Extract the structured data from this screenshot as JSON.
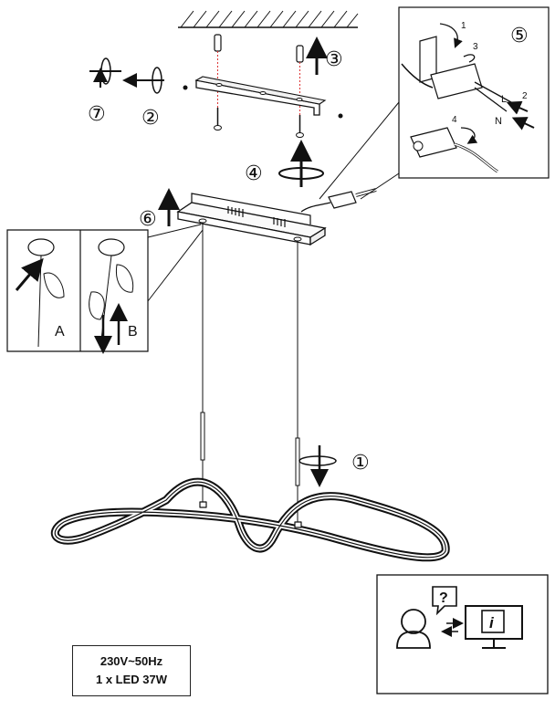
{
  "steps": {
    "s1": "①",
    "s2": "②",
    "s3": "③",
    "s4": "④",
    "s5": "⑤",
    "s6": "⑥",
    "s7": "⑦"
  },
  "inset_left": {
    "a": "A",
    "b": "B"
  },
  "inset_wiring": {
    "n1": "1",
    "n2": "2",
    "n3": "3",
    "n4": "4",
    "l": "L",
    "n": "N"
  },
  "spec": {
    "voltage": "230V~50Hz",
    "led": "1 x LED 37W"
  },
  "help": {
    "question": "?",
    "info": "i"
  }
}
